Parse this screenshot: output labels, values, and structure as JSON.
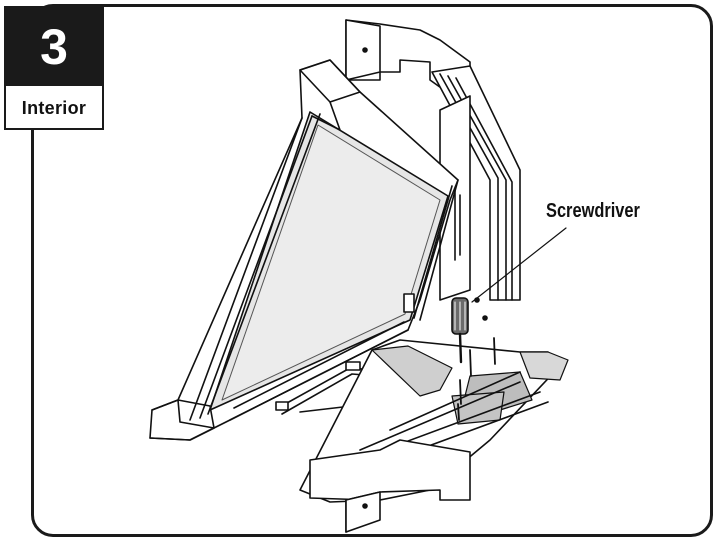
{
  "step": {
    "number": "3",
    "label": "Interior"
  },
  "callouts": {
    "screwdriver": "Screwdriver"
  }
}
